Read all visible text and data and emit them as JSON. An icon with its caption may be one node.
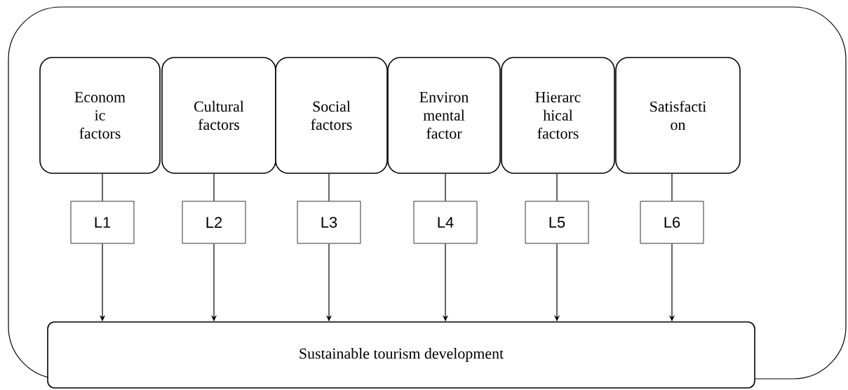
{
  "diagram": {
    "nodes": [
      {
        "text": [
          "Econom ic factors"
        ]
      },
      {
        "text": [
          "Cultural factors"
        ]
      },
      {
        "text": [
          "Social factors"
        ]
      },
      {
        "text": [
          "Environ mental factor"
        ]
      },
      {
        "text": [
          "Hierarc hical factors"
        ]
      },
      {
        "text": [
          "Satisfacti on"
        ]
      },
      {
        "text": [
          "L1"
        ]
      },
      {
        "text": [
          "L2"
        ]
      },
      {
        "text": [
          "L3"
        ]
      },
      {
        "text": [
          "L4"
        ]
      },
      {
        "text": [
          "L5"
        ]
      },
      {
        "text": [
          "L6"
        ]
      },
      {
        "text": [
          "Sustainable tourism development"
        ]
      }
    ],
    "edges": [
      {
        "from": 0,
        "to": 6,
        "arrow": "none"
      },
      {
        "from": 6,
        "to": 12,
        "arrow": "to"
      },
      {
        "from": 1,
        "to": 7,
        "arrow": "none"
      },
      {
        "from": 7,
        "to": 12,
        "arrow": "to"
      },
      {
        "from": 2,
        "to": 8,
        "arrow": "none"
      },
      {
        "from": 8,
        "to": 12,
        "arrow": "to"
      },
      {
        "from": 3,
        "to": 9,
        "arrow": "none"
      },
      {
        "from": 9,
        "to": 12,
        "arrow": "to"
      },
      {
        "from": 4,
        "to": 10,
        "arrow": "none"
      },
      {
        "from": 10,
        "to": 12,
        "arrow": "to"
      },
      {
        "from": 5,
        "to": 11,
        "arrow": "none"
      },
      {
        "from": 11,
        "to": 12,
        "arrow": "to"
      }
    ]
  }
}
